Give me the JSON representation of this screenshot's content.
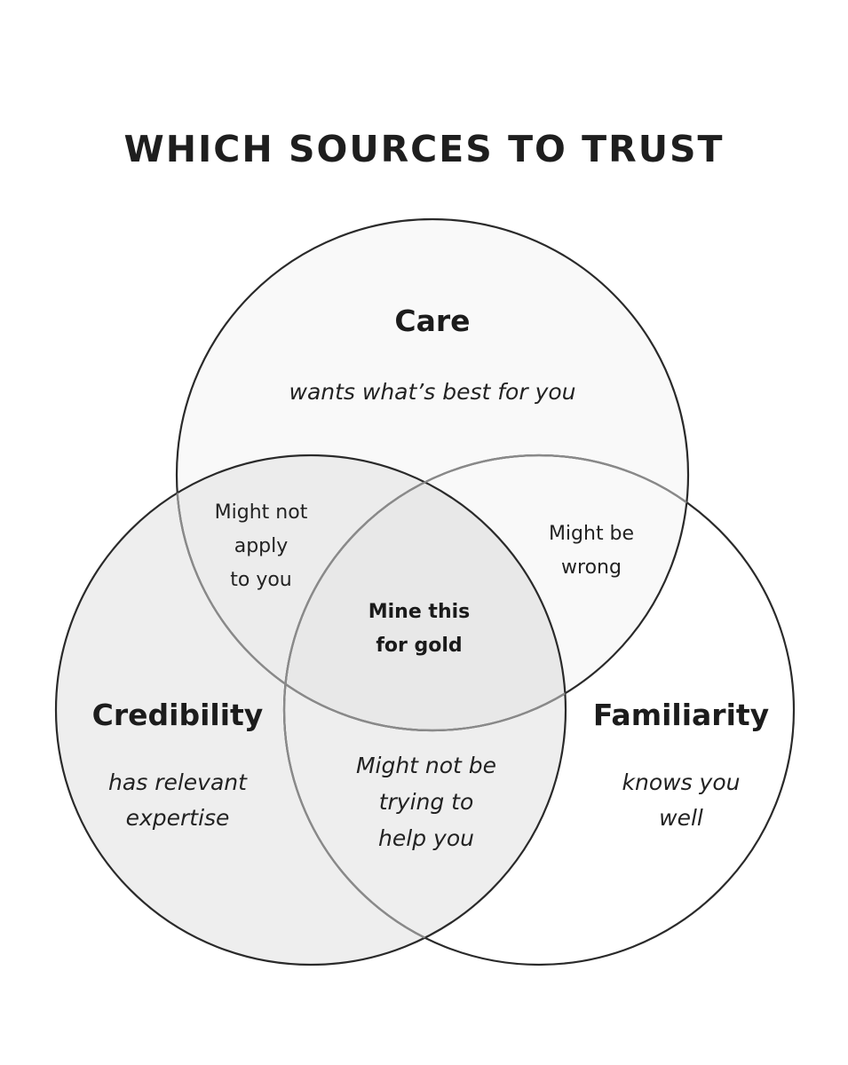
{
  "title": "WHICH SOURCES TO TRUST",
  "sets": {
    "care": {
      "name": "Care",
      "description": "wants what’s best for you"
    },
    "credibility": {
      "name": "Credibility",
      "description_lines": [
        "has relevant",
        "expertise"
      ]
    },
    "familiarity": {
      "name": "Familiarity",
      "description_lines": [
        "knows you",
        "well"
      ]
    }
  },
  "intersections": {
    "care_credibility": [
      "Might not",
      "apply",
      "to you"
    ],
    "care_familiarity": [
      "Might be",
      "wrong"
    ],
    "credibility_familiarity": [
      "Might not be",
      "trying to",
      "help you"
    ],
    "all_three": [
      "Mine this",
      "for gold"
    ]
  },
  "colors": {
    "background": "#ffffff",
    "care_fill": "#f9f9f9",
    "credibility_fill": "#eeeeee",
    "center_fill": "#e8e8e8",
    "outline": "#2a2a2a",
    "inner_outline": "#8a8a8a"
  }
}
